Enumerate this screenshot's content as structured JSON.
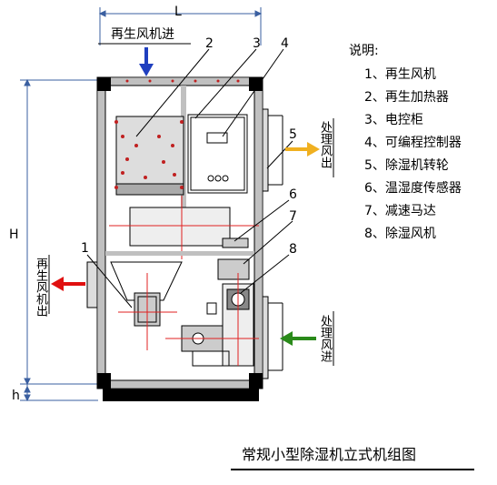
{
  "labels": {
    "top_inlet": "再生风机进",
    "left_outlet": "再生风机出",
    "right_outlet": "处理风出",
    "right_inlet": "处理风进",
    "dim_width": "L",
    "dim_height": "H",
    "dim_base": "h"
  },
  "callouts": [
    "1",
    "2",
    "3",
    "4",
    "5",
    "6",
    "7",
    "8"
  ],
  "legend": {
    "title": "说明:",
    "items": [
      "1、再生风机",
      "2、再生加热器",
      "3、电控柜",
      "4、可编程控制器",
      "5、除湿机转轮",
      "6、温湿度传感器",
      "7、减速马达",
      "8、除湿风机"
    ]
  },
  "caption": "常规小型除湿机立式机组图",
  "colors": {
    "frame_gray": "#c0c0c0",
    "frame_black": "#000000",
    "arrow_blue": "#1f3fbf",
    "arrow_red": "#e01010",
    "arrow_orange": "#f0b020",
    "arrow_green": "#2a8a1a",
    "section_red": "#e02020",
    "dim_blue": "#3a5fa0"
  }
}
